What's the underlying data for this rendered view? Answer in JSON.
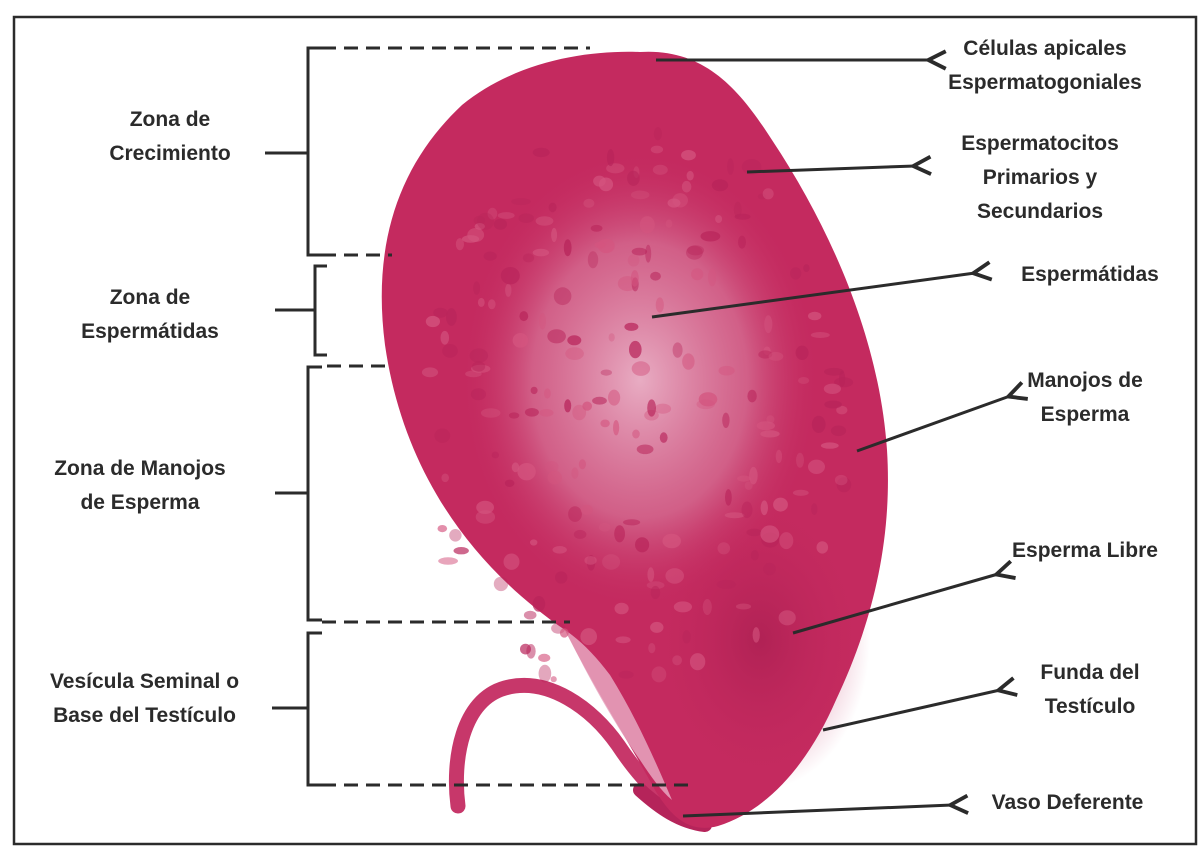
{
  "zones": {
    "crecimiento": [
      "Zona de",
      "Crecimiento"
    ],
    "espermatidas": [
      "Zona de",
      "Espermátidas"
    ],
    "manojos": [
      "Zona de Manojos",
      "de Esperma"
    ],
    "vesicula": [
      "Vesícula Seminal o",
      "Base del Testículo"
    ]
  },
  "parts": {
    "apicales": [
      "Células apicales",
      "Espermatogoniales"
    ],
    "espermatocitos": [
      "Espermatocitos",
      "Primarios y",
      "Secundarios"
    ],
    "espermatidas": [
      "Espermátidas"
    ],
    "manojos": [
      "Manojos de",
      "Esperma"
    ],
    "libre": [
      "Esperma Libre"
    ],
    "funda": [
      "Funda del",
      "Testículo"
    ],
    "vaso": [
      "Vaso Deferente"
    ]
  },
  "colors": {
    "testis_fill": "#c42a5f",
    "testis_dark": "#a81e50",
    "testis_light": "#e49bb7",
    "line": "#2b2b2b"
  }
}
